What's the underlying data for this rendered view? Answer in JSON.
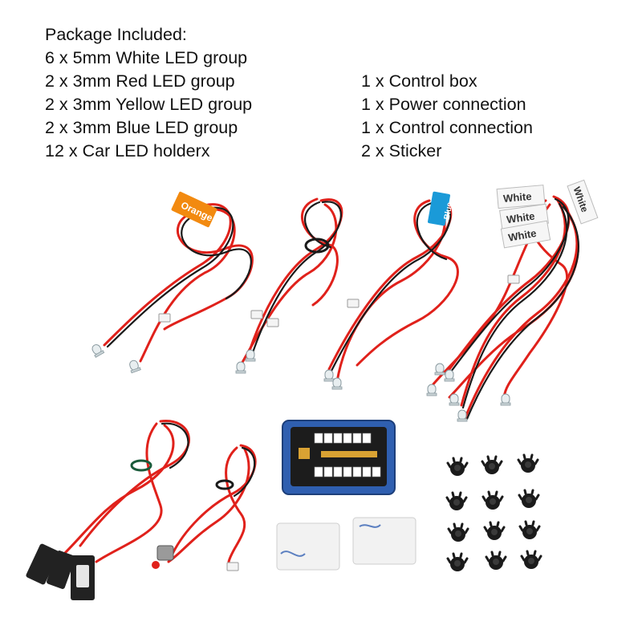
{
  "package": {
    "heading": "Package Included:",
    "left_items": [
      "6 x 5mm White LED group",
      "2 x 3mm Red LED group",
      "2 x 3mm Yellow LED group",
      "2 x 3mm Blue LED group",
      "12 x Car LED holderx"
    ],
    "right_items": [
      "1 x Control box",
      "1 x Power connection",
      "1 x Control connection",
      "2 x Sticker"
    ]
  },
  "tags": {
    "orange": "Orange",
    "blue": "Blue",
    "white_1": "White",
    "white_2": "White",
    "white_3": "White",
    "white_4": "White"
  },
  "colors": {
    "wire_red": "#e0211b",
    "wire_black": "#1a1a1a",
    "tag_orange": "#f28a10",
    "tag_blue": "#1a9ad8",
    "control_box": "#2f5fb0",
    "holder": "#1b1b1b"
  }
}
